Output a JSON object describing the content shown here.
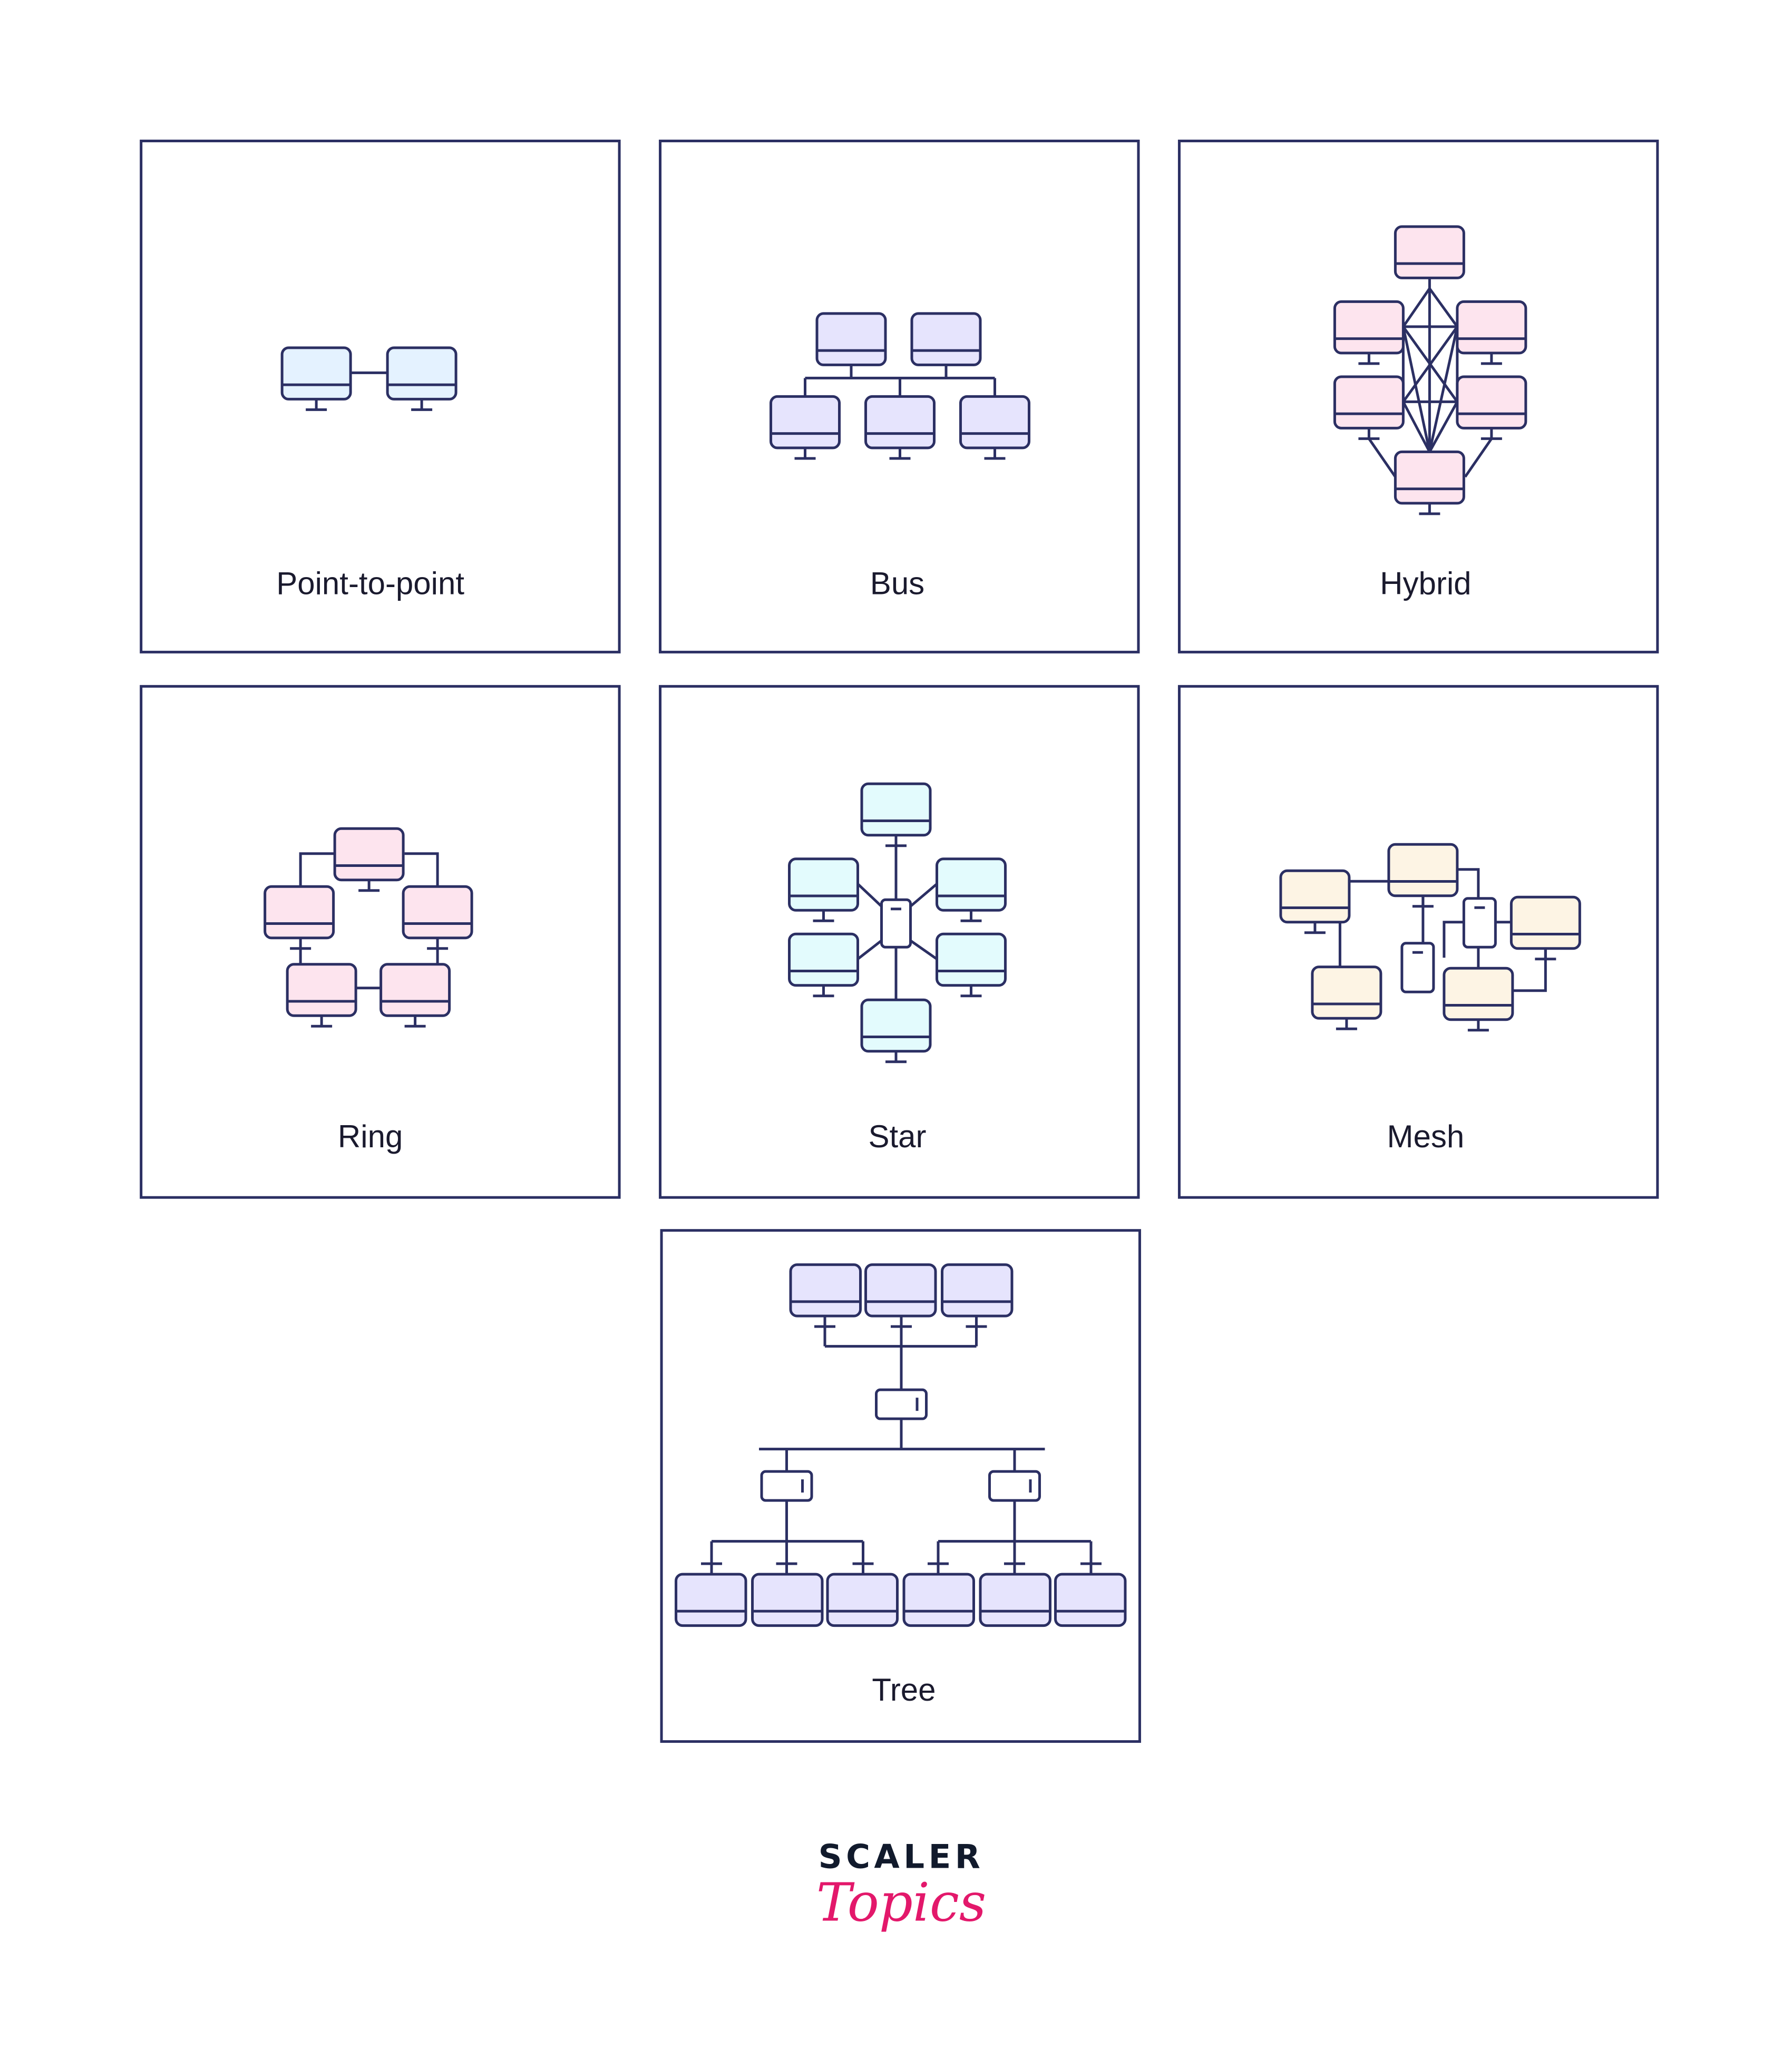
{
  "colors": {
    "stroke": "#2b2f63",
    "blue": "#e4f2ff",
    "purple": "#e6e4fd",
    "pink": "#fde4ee",
    "cyan": "#e3fbfd",
    "cream": "#fdf4e4",
    "brand_pink": "#e3186b"
  },
  "topologies": [
    {
      "label": "Point-to-point"
    },
    {
      "label": "Bus"
    },
    {
      "label": "Hybrid"
    },
    {
      "label": "Ring"
    },
    {
      "label": "Star"
    },
    {
      "label": "Mesh"
    },
    {
      "label": "Tree"
    }
  ],
  "logo": {
    "line1": "SCALER",
    "line2": "Topics"
  }
}
